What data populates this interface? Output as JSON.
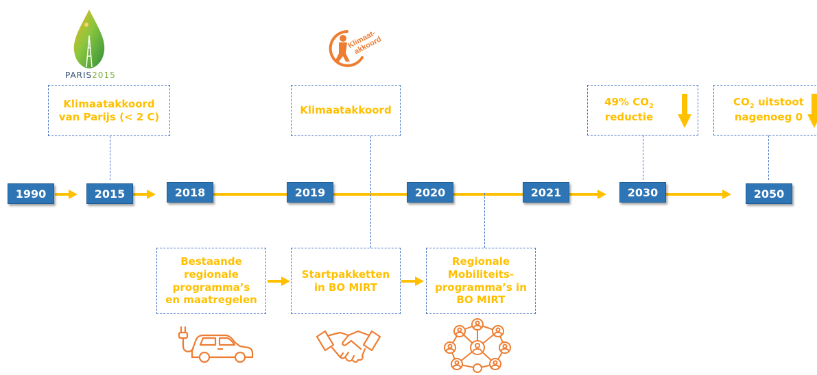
{
  "paris_logo": {
    "text_prefix": "PARIS",
    "text_year": "2015"
  },
  "klimaat_logo": {
    "line1": "Klimaat-",
    "line2": "akkoord"
  },
  "years": [
    "1990",
    "2015",
    "2018",
    "2019",
    "2020",
    "2021",
    "2030",
    "2050"
  ],
  "top_boxes": {
    "paris": {
      "line1": "Klimaatakkoord",
      "line2": "van Parijs (< 2 C)"
    },
    "klimaat": {
      "line1": "Klimaatakkoord"
    },
    "reductie": {
      "line1_a": "49% CO",
      "line1_sub": "2",
      "line2": "reductie"
    },
    "uitstoot": {
      "line1_a": "CO",
      "line1_sub": "2",
      "line1_b": " uitstoot",
      "line2": "nagenoeg 0"
    }
  },
  "bottom_boxes": {
    "bestaande": {
      "line1": "Bestaande",
      "line2": "regionale",
      "line3": "programma’s",
      "line4": "en maatregelen"
    },
    "startpakketten": {
      "line1": "Startpakketten",
      "line2": "in BO MIRT"
    },
    "regionale": {
      "line1": "Regionale",
      "line2": "Mobiliteits-",
      "line3": "programma’s in",
      "line4": "BO MIRT"
    }
  },
  "icons": [
    "electric-car-icon",
    "handshake-icon",
    "network-people-icon"
  ],
  "colors": {
    "accent": "#ffc000",
    "year_box": "#2e75b6",
    "dash": "#4472c4",
    "icon": "#ed7d31"
  }
}
